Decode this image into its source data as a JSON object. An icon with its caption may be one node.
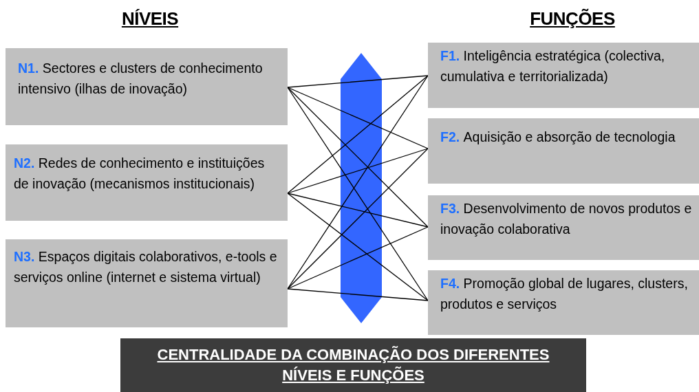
{
  "diagram": {
    "nodes": [
      {
        "text": [
          "N1.",
          "Sectores e clusters de conhecimento intensivo (ilhas de inovação)"
        ]
      },
      {
        "text": [
          "N2.",
          "Redes de conhecimento e instituições de inovação (mecanismos institucionais)"
        ]
      },
      {
        "text": [
          "N3.",
          "Espaços digitais colaborativos, e-tools e serviços online (internet e sistema virtual)"
        ]
      },
      {
        "text": [
          "F1.",
          "Inteligência estratégica (colectiva, cumulativa e territorializada)"
        ]
      },
      {
        "text": [
          "F2.",
          "Aquisição e absorção de tecnologia"
        ]
      },
      {
        "text": [
          "F3.",
          "Desenvolvimento de novos produtos e inovação colaborativa"
        ]
      },
      {
        "text": [
          "F4.",
          "Promoção global de lugares, clusters, produtos e serviços"
        ]
      },
      {
        "text": [
          "CENTRALIDADE DA COMBINAÇÃO DOS DIFERENTES NÍVEIS E FUNÇÕES"
        ]
      }
    ],
    "edges": [
      {
        "from": 0,
        "to": 3,
        "arrow": "none"
      },
      {
        "from": 0,
        "to": 4,
        "arrow": "none"
      },
      {
        "from": 0,
        "to": 5,
        "arrow": "none"
      },
      {
        "from": 0,
        "to": 6,
        "arrow": "none"
      },
      {
        "from": 1,
        "to": 3,
        "arrow": "none"
      },
      {
        "from": 1,
        "to": 4,
        "arrow": "none"
      },
      {
        "from": 1,
        "to": 5,
        "arrow": "none"
      },
      {
        "from": 1,
        "to": 6,
        "arrow": "none"
      },
      {
        "from": 2,
        "to": 3,
        "arrow": "none"
      },
      {
        "from": 2,
        "to": 4,
        "arrow": "none"
      },
      {
        "from": 2,
        "to": 5,
        "arrow": "none"
      },
      {
        "from": 2,
        "to": 6,
        "arrow": "none"
      }
    ],
    "labels": [
      "NÍVEIS",
      "FUNÇÕES"
    ]
  }
}
